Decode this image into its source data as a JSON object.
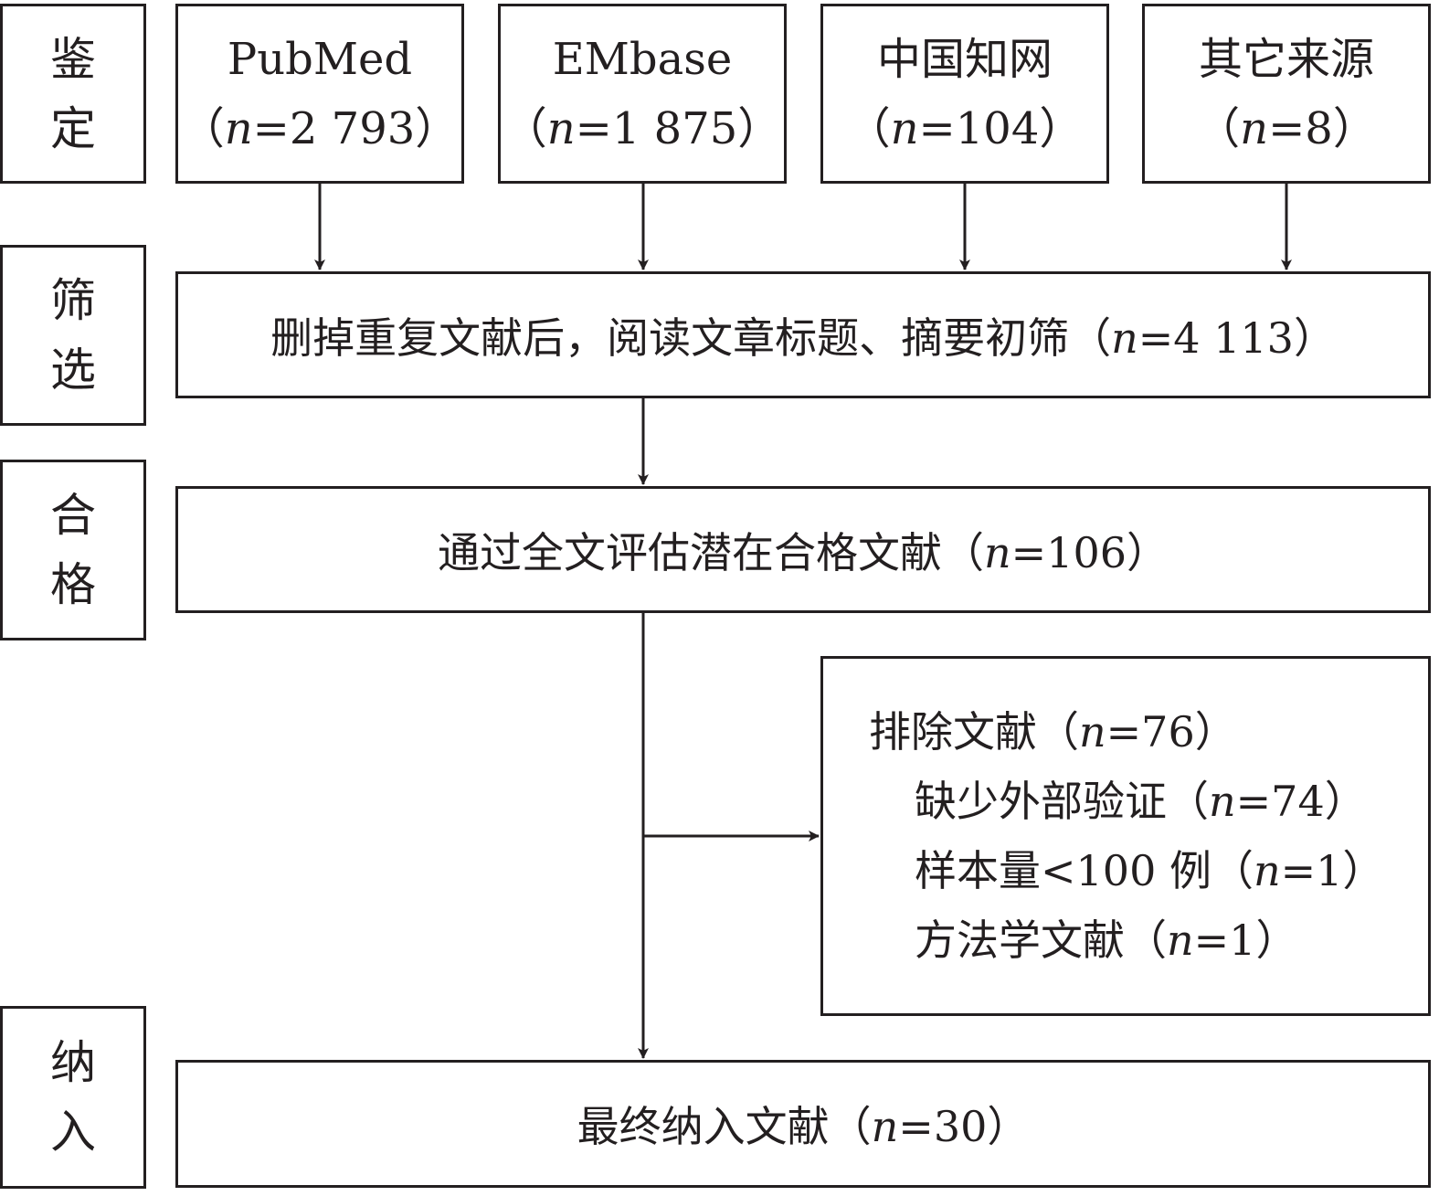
{
  "stages": {
    "identification": [
      "鉴",
      "定"
    ],
    "screening": [
      "筛",
      "选"
    ],
    "eligibility": [
      "合",
      "格"
    ],
    "inclusion": [
      "纳",
      "入"
    ]
  },
  "sources": [
    {
      "name": "PubMed",
      "open": "（",
      "n_label": "n",
      "count": "=2 793",
      "close": "）"
    },
    {
      "name": "EMbase",
      "open": "（",
      "n_label": "n",
      "count": "=1 875",
      "close": "）"
    },
    {
      "name": "中国知网",
      "open": "（",
      "n_label": "n",
      "count": "=104",
      "close": "）"
    },
    {
      "name": "其它来源",
      "open": "（",
      "n_label": "n",
      "count": "=8",
      "close": "）"
    }
  ],
  "screen_box": {
    "text": "删掉重复文献后，阅读文章标题、摘要初筛",
    "open": "（",
    "n_label": "n",
    "count": "=4 113",
    "close": "）"
  },
  "eligible_box": {
    "text": "通过全文评估潜在合格文献",
    "open": "（",
    "n_label": "n",
    "count": "=106",
    "close": "）"
  },
  "excluded_box": {
    "title": {
      "text": "排除文献",
      "open": "（",
      "n_label": "n",
      "count": "=76",
      "close": "）"
    },
    "reasons": [
      {
        "text": "缺少外部验证",
        "open": "（",
        "n_label": "n",
        "count": "=74",
        "close": "）"
      },
      {
        "text": "样本量<100 例",
        "open": "（",
        "n_label": "n",
        "count": "=1",
        "close": "）"
      },
      {
        "text": "方法学文献",
        "open": "（",
        "n_label": "n",
        "count": "=1",
        "close": "）"
      }
    ]
  },
  "included_box": {
    "text": "最终纳入文献",
    "open": "（",
    "n_label": "n",
    "count": "=30",
    "close": "）"
  }
}
